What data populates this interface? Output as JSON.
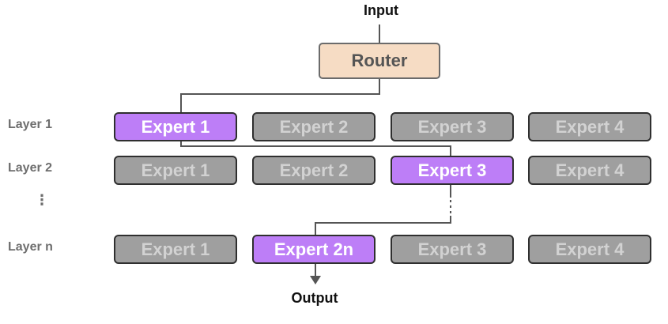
{
  "colors": {
    "router_fill": "#f6dcc4",
    "expert_fill": "#9f9f9f",
    "expert_active_fill": "#bd7ef7",
    "expert_active_text": "#ffffff",
    "expert_text": "#d2d2d2",
    "wire": "#555555"
  },
  "labels": {
    "input": "Input",
    "router": "Router",
    "output": "Output",
    "ellipsis": "⋮"
  },
  "layers": [
    {
      "label": "Layer 1",
      "experts": [
        {
          "label": "Expert 1",
          "active": true
        },
        {
          "label": "Expert 2",
          "active": false
        },
        {
          "label": "Expert 3",
          "active": false
        },
        {
          "label": "Expert 4",
          "active": false
        }
      ]
    },
    {
      "label": "Layer 2",
      "experts": [
        {
          "label": "Expert 1",
          "active": false
        },
        {
          "label": "Expert 2",
          "active": false
        },
        {
          "label": "Expert 3",
          "active": true
        },
        {
          "label": "Expert 4",
          "active": false
        }
      ]
    },
    {
      "label": "Layer n",
      "experts": [
        {
          "label": "Expert 1",
          "active": false
        },
        {
          "label": "Expert 2n",
          "active": true
        },
        {
          "label": "Expert 3",
          "active": false
        },
        {
          "label": "Expert 4",
          "active": false
        }
      ]
    }
  ]
}
